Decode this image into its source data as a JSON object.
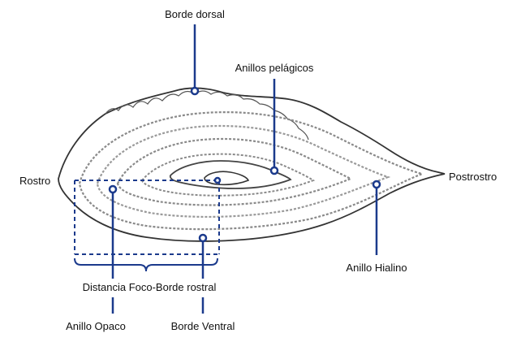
{
  "labels": {
    "borde_dorsal": "Borde dorsal",
    "anillos_pelagicos": "Anillos pelágicos",
    "rostro": "Rostro",
    "postrostro": "Postrostro",
    "anillo_hialino": "Anillo Hialino",
    "distancia_foco_borde_rostral": "Distancia Foco-Borde rostral",
    "anillo_opaco": "Anillo Opaco",
    "borde_ventral": "Borde Ventral"
  },
  "colors": {
    "pointer": "#1b3a8c",
    "outline": "#333333",
    "ring": "#8a8a8a",
    "background": "#ffffff"
  }
}
